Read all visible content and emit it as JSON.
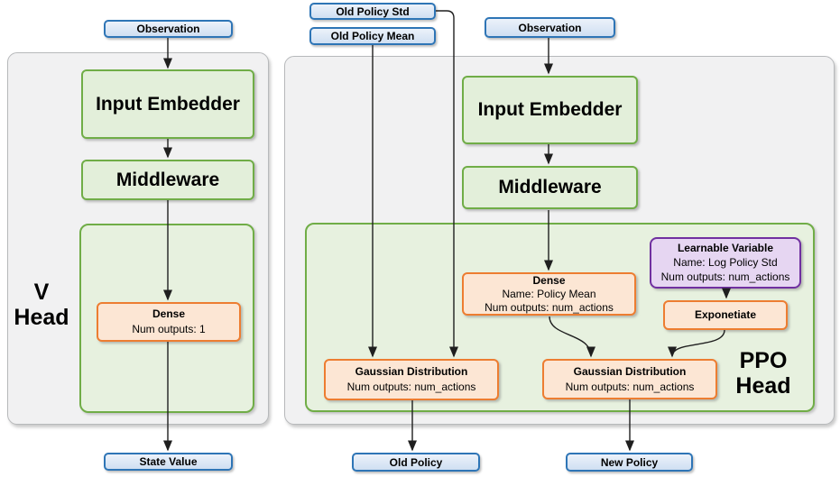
{
  "diagram": {
    "io_nodes": {
      "observation_left": "Observation",
      "old_policy_std": "Old Policy Std",
      "old_policy_mean": "Old Policy Mean",
      "observation_right": "Observation",
      "state_value": "State Value",
      "old_policy": "Old Policy",
      "new_policy": "New Policy"
    },
    "blocks": {
      "input_embedder_left": "Input Embedder",
      "middleware_left": "Middleware",
      "input_embedder_right": "Input Embedder",
      "middleware_right": "Middleware",
      "dense_v": {
        "title": "Dense",
        "line2": "Num outputs: 1"
      },
      "dense_policy_mean": {
        "title": "Dense",
        "line2": "Name: Policy Mean",
        "line3": "Num outputs: num_actions"
      },
      "learnable_variable": {
        "title": "Learnable Variable",
        "line2": "Name: Log Policy Std",
        "line3": "Num outputs: num_actions"
      },
      "exponetiate": {
        "title": "Exponetiate"
      },
      "gaussian_old": {
        "title": "Gaussian Distribution",
        "line2": "Num outputs: num_actions"
      },
      "gaussian_new": {
        "title": "Gaussian Distribution",
        "line2": "Num outputs: num_actions"
      }
    },
    "section_labels": {
      "v_head_line1": "V",
      "v_head_line2": "Head",
      "ppo_head_line1": "PPO",
      "ppo_head_line2": "Head"
    },
    "colors": {
      "blue_border": "#2e75b6",
      "blue_fill": "#d9e7f6",
      "green_border": "#70ad47",
      "green_fill": "#e3efda",
      "orange_border": "#ed7d31",
      "orange_fill": "#fce6d4",
      "purple_border": "#7030a0",
      "purple_fill": "#e6d6f2",
      "panel_fill": "#f1f1f2",
      "panel_border": "#b7b9bb",
      "arrow_color": "#1f1f1f"
    }
  }
}
